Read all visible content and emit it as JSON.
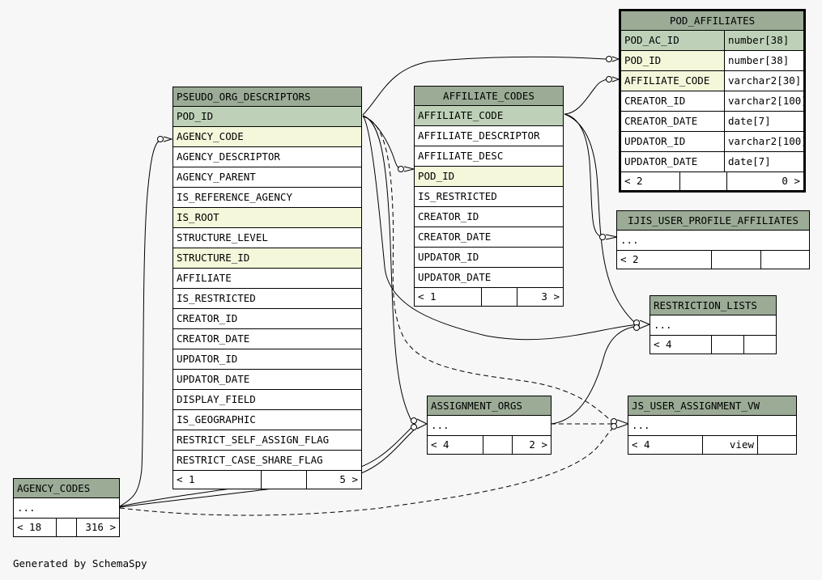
{
  "footer": {
    "generated": "Generated by SchemaSpy"
  },
  "colors": {
    "header": "#9bab96",
    "primary_key": "#bed1b8",
    "foreign_key": "#f4f7da",
    "background": "#f7f7f7"
  },
  "tables": {
    "pod_affiliates": {
      "name": "POD_AFFILIATES",
      "columns": [
        {
          "name": "POD_AC_ID",
          "type": "number[38]"
        },
        {
          "name": "POD_ID",
          "type": "number[38]"
        },
        {
          "name": "AFFILIATE_CODE",
          "type": "varchar2[30]"
        },
        {
          "name": "CREATOR_ID",
          "type": "varchar2[100]"
        },
        {
          "name": "CREATOR_DATE",
          "type": "date[7]"
        },
        {
          "name": "UPDATOR_ID",
          "type": "varchar2[100]"
        },
        {
          "name": "UPDATOR_DATE",
          "type": "date[7]"
        }
      ],
      "footer": {
        "parents": "< 2",
        "children": "0 >"
      }
    },
    "pseudo_org_descriptors": {
      "name": "PSEUDO_ORG_DESCRIPTORS",
      "columns": [
        "POD_ID",
        "AGENCY_CODE",
        "AGENCY_DESCRIPTOR",
        "AGENCY_PARENT",
        "IS_REFERENCE_AGENCY",
        "IS_ROOT",
        "STRUCTURE_LEVEL",
        "STRUCTURE_ID",
        "AFFILIATE",
        "IS_RESTRICTED",
        "CREATOR_ID",
        "CREATOR_DATE",
        "UPDATOR_ID",
        "UPDATOR_DATE",
        "DISPLAY_FIELD",
        "IS_GEOGRAPHIC",
        "RESTRICT_SELF_ASSIGN_FLAG",
        "RESTRICT_CASE_SHARE_FLAG"
      ],
      "footer": {
        "parents": "< 1",
        "children": "5 >"
      }
    },
    "affiliate_codes": {
      "name": "AFFILIATE_CODES",
      "columns": [
        "AFFILIATE_CODE",
        "AFFILIATE_DESCRIPTOR",
        "AFFILIATE_DESC",
        "POD_ID",
        "IS_RESTRICTED",
        "CREATOR_ID",
        "CREATOR_DATE",
        "UPDATOR_ID",
        "UPDATOR_DATE"
      ],
      "footer": {
        "parents": "< 1",
        "children": "3 >"
      }
    },
    "ijis_user_profile_affiliates": {
      "name": "IJIS_USER_PROFILE_AFFILIATES",
      "body": "...",
      "footer": {
        "parents": "< 2"
      }
    },
    "restriction_lists": {
      "name": "RESTRICTION_LISTS",
      "body": "...",
      "footer": {
        "parents": "< 4"
      }
    },
    "assignment_orgs": {
      "name": "ASSIGNMENT_ORGS",
      "body": "...",
      "footer": {
        "parents": "< 4",
        "children": "2 >"
      }
    },
    "js_user_assignment_vw": {
      "name": "JS_USER_ASSIGNMENT_VW",
      "body": "...",
      "footer": {
        "parents": "< 4",
        "kind": "view"
      }
    },
    "agency_codes": {
      "name": "AGENCY_CODES",
      "body": "...",
      "footer": {
        "parents": "< 18",
        "children": "316 >"
      }
    }
  }
}
